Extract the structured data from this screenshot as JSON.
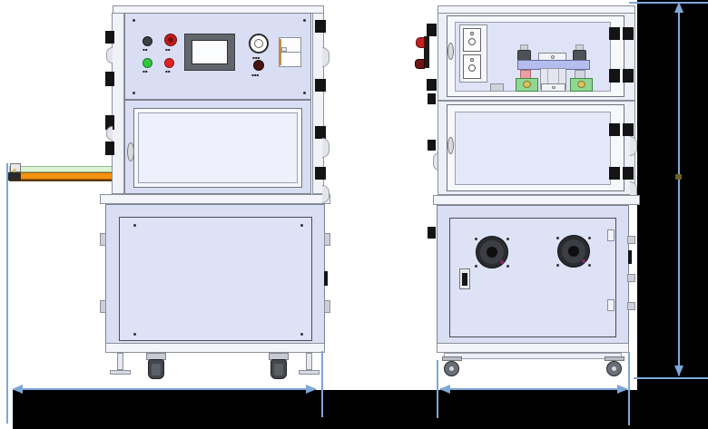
{
  "figure": {
    "type": "cad-equipment-drawing",
    "views": [
      "front-view-machine",
      "side-view-machine"
    ],
    "background_color": "#ffffff",
    "masked_region_color": "#000000",
    "dimension_line_color": "#7ea7d8"
  },
  "front_view": {
    "control_panel": {
      "panel_color": "#d9def4",
      "buttons": [
        {
          "id": "power-button",
          "color": "#3c4043",
          "label": "▪▪"
        },
        {
          "id": "emergency-stop-button",
          "color": "#c21d1d",
          "label": "▪▪"
        },
        {
          "id": "start-button",
          "color": "#2fc93c",
          "label": "▪▪"
        },
        {
          "id": "stop-button",
          "color": "#e12222",
          "label": "▪▪"
        }
      ],
      "screen": {
        "frame_color": "#62666c",
        "display_color": "#fbfcfe"
      },
      "knob": {
        "label": "▪▪▪"
      },
      "reset_button": {
        "color": "#4a1412",
        "label": "▪▪▪"
      },
      "connector_block_color": "#fdfdfe"
    },
    "conveyor": {
      "belt_color": "#f6920f",
      "guide_color": "#daf2d0"
    },
    "casters": 2,
    "leveling_feet": 2
  },
  "side_view": {
    "top_chamber": {
      "window_color": "#dfe3f7",
      "fixture_colors": {
        "bar": "#b4bdee",
        "pink_cylinder": "#eb9fa3",
        "green_blocks": "#90d794",
        "bolt": "#4e5257"
      },
      "switch_boxes": 2
    },
    "exterior": {
      "emergency_stop_color": "#c32222"
    },
    "cabinet": {
      "fans": 2,
      "fan_color": "#2a2c30",
      "switch_plate": 1
    },
    "casters": 2
  },
  "dimensions": {
    "bottom_left_width_line": {
      "orientation": "horizontal",
      "arrows": "both"
    },
    "bottom_right_width_line": {
      "orientation": "horizontal",
      "arrows": "both"
    },
    "right_height_line": {
      "orientation": "vertical",
      "arrows": "both"
    }
  }
}
